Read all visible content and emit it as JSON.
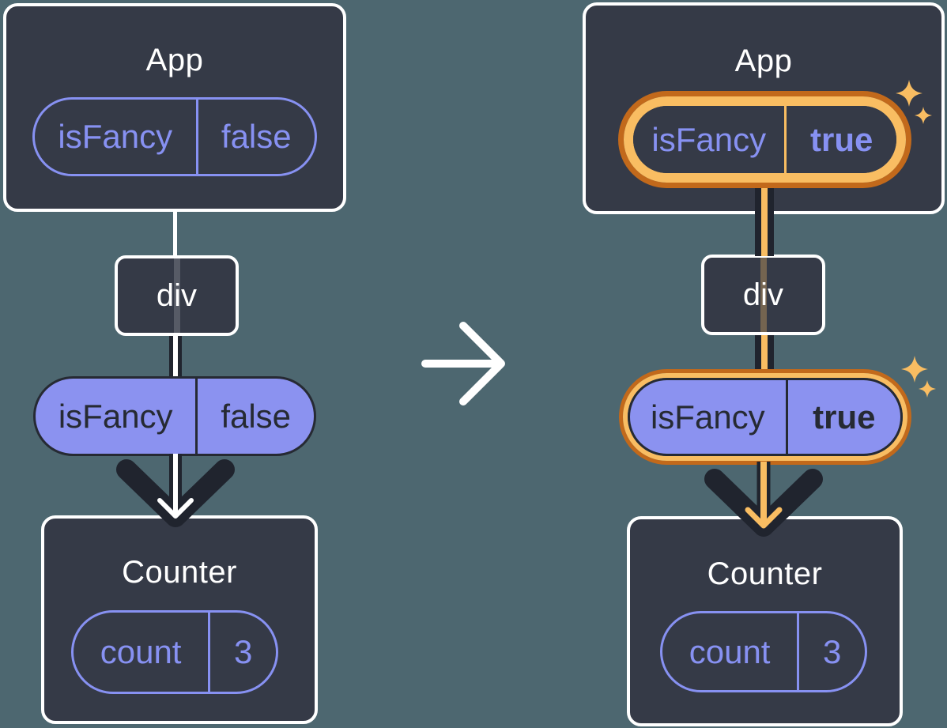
{
  "palette": {
    "background": "#4d6770",
    "card_fill": "#353a47",
    "card_border": "#ffffff",
    "purple_accent": "#8791f2",
    "purple_fill": "#8b92f0",
    "dark_line": "#20242e",
    "highlight_orange_dark": "#c2691b",
    "highlight_orange_light": "#f9bd62",
    "transition_arrow": "#ffffff"
  },
  "before": {
    "app": {
      "title": "App",
      "prop": {
        "name": "isFancy",
        "value": "false"
      }
    },
    "div_node": {
      "label": "div"
    },
    "passed_prop": {
      "name": "isFancy",
      "value": "false"
    },
    "counter": {
      "title": "Counter",
      "state": {
        "name": "count",
        "value": "3"
      }
    }
  },
  "after": {
    "app": {
      "title": "App",
      "prop": {
        "name": "isFancy",
        "value": "true"
      }
    },
    "div_node": {
      "label": "div"
    },
    "passed_prop": {
      "name": "isFancy",
      "value": "true"
    },
    "counter": {
      "title": "Counter",
      "state": {
        "name": "count",
        "value": "3"
      }
    }
  },
  "icons": {
    "transition": "right-arrow",
    "highlight": "sparkles"
  }
}
